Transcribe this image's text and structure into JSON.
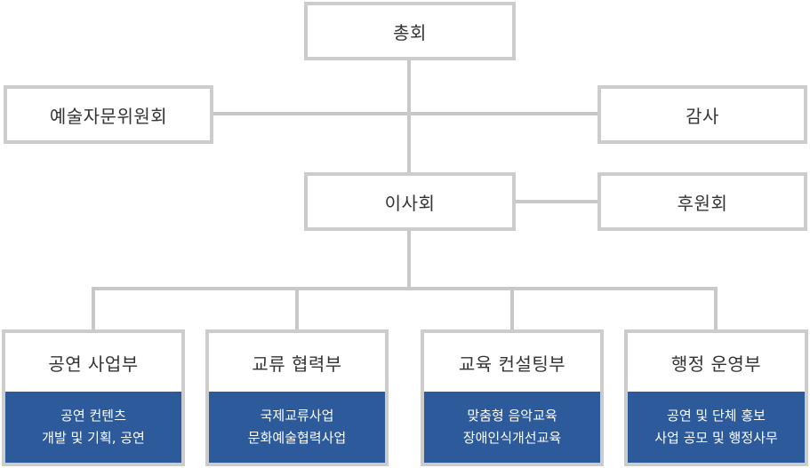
{
  "chart": {
    "general_assembly": "총회",
    "arts_advisory": "예술자문위원회",
    "audit": "감사",
    "board": "이사회",
    "supporters": "후원회"
  },
  "departments": [
    {
      "title": "공연 사업부",
      "lines": [
        "공연 컨텐츠",
        "개발 및 기획, 공연"
      ]
    },
    {
      "title": "교류 협력부",
      "lines": [
        "국제교류사업",
        "문화예술협력사업"
      ]
    },
    {
      "title": "교육 컨설팅부",
      "lines": [
        "맞춤형 음악교육",
        "장애인식개선교육"
      ]
    },
    {
      "title": "행정 운영부",
      "lines": [
        "공연 및 단체 홍보",
        "사업 공모 및 행정사무"
      ]
    }
  ],
  "colors": {
    "border": "#cccccc",
    "connector": "#c8c8c8",
    "accent": "#2d5a9b",
    "text": "#333333"
  }
}
